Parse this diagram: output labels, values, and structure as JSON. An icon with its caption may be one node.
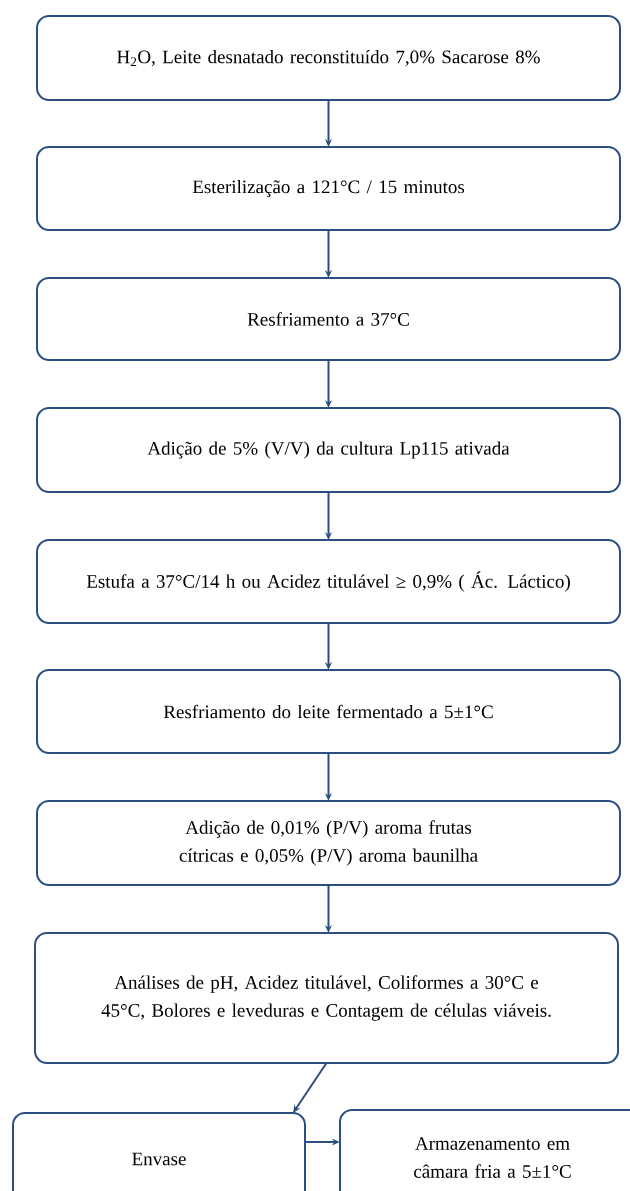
{
  "diagram": {
    "nodes": [
      {
        "text": [
          "H$_{2}$O, Leite desnatado reconstituído 7,0% Sacarose 8%"
        ]
      },
      {
        "text": [
          "Esterilização a 121°C / 15 minutos"
        ]
      },
      {
        "text": [
          "Resfriamento a 37°C"
        ]
      },
      {
        "text": [
          "Adição de 5% (V/V) da cultura Lp115 ativada"
        ]
      },
      {
        "text": [
          "Estufa a 37°C/14 h ou Acidez titulável ≥ 0,9% ( Ác. Láctico)"
        ]
      },
      {
        "text": [
          "Resfriamento do leite fermentado a 5±1°C"
        ]
      },
      {
        "text": [
          "Adição de 0,01% (P/V) aroma frutas cítricas e 0,05% (P/V) aroma baunilha"
        ]
      },
      {
        "text": [
          "Análises de pH, Acidez titulável, Coliformes a 30°C e 45°C, Bolores e leveduras e Contagem de células viáveis."
        ]
      },
      {
        "text": [
          "Envase"
        ]
      },
      {
        "text": [
          "Armazenamento em câmara fria a 5±1°C"
        ]
      }
    ],
    "edges": [
      {
        "from": 0,
        "to": 1,
        "arrow": "to"
      },
      {
        "from": 1,
        "to": 2,
        "arrow": "to"
      },
      {
        "from": 2,
        "to": 3,
        "arrow": "to"
      },
      {
        "from": 3,
        "to": 4,
        "arrow": "to"
      },
      {
        "from": 4,
        "to": 5,
        "arrow": "to"
      },
      {
        "from": 5,
        "to": 6,
        "arrow": "to"
      },
      {
        "from": 6,
        "to": 7,
        "arrow": "to"
      },
      {
        "from": 7,
        "to": 8,
        "arrow": "to"
      },
      {
        "from": 8,
        "to": 9,
        "arrow": "to"
      }
    ]
  }
}
